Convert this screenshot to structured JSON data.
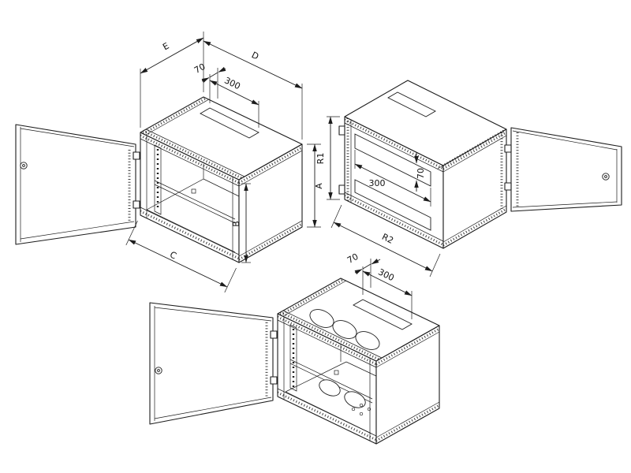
{
  "drawing": {
    "background": "#ffffff",
    "line_color": "#1c1c1c",
    "views": {
      "front_left": {
        "dims": {
          "depth_top": "E",
          "width_top": "D",
          "cutout_offset": "70",
          "cutout_width": "300",
          "height_right": "A",
          "opening_height": "B",
          "width_bottom": "C"
        }
      },
      "rear_right": {
        "dims": {
          "height_left": "R1",
          "cutout_width": "300",
          "cutout_height": "70",
          "width_bottom": "R2"
        }
      },
      "front_bottom": {
        "dims": {
          "cutout_offset": "70",
          "cutout_width": "300"
        }
      }
    }
  }
}
